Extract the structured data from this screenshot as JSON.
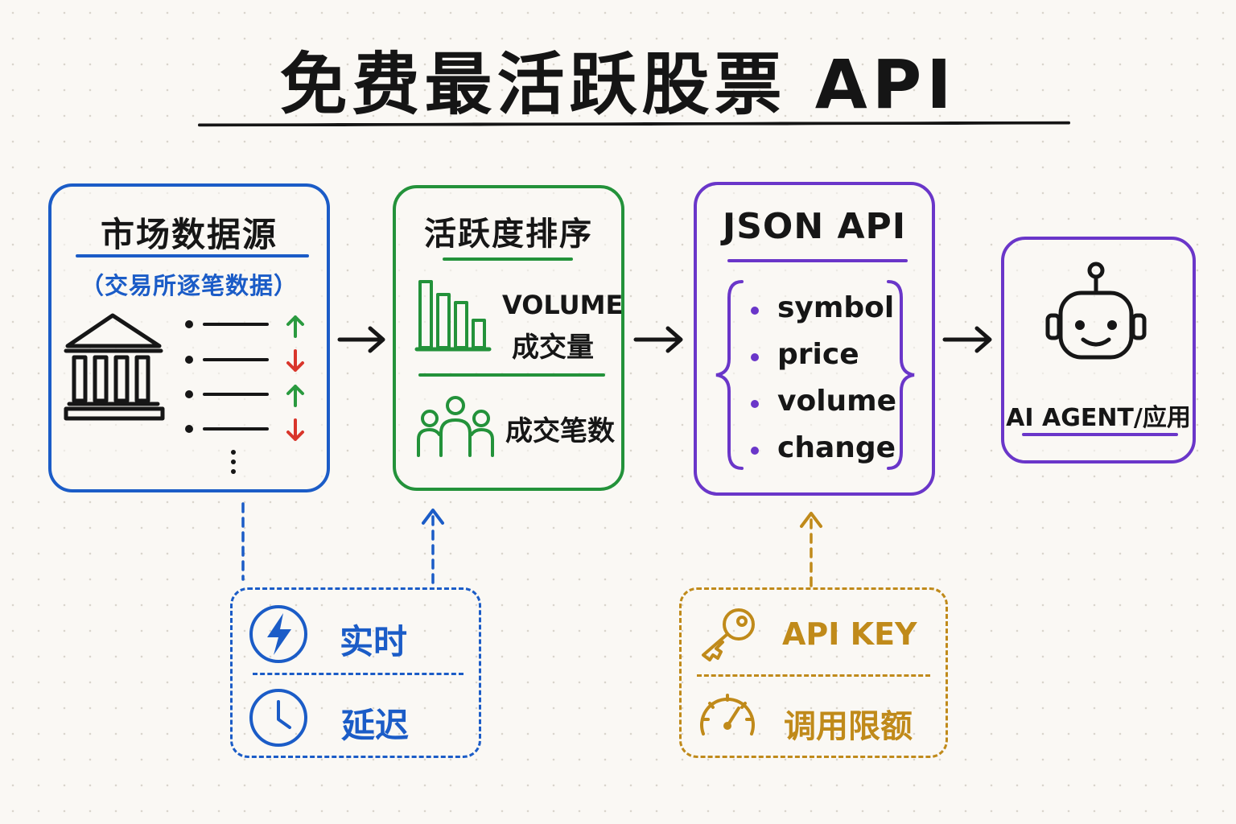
{
  "title": "免费最活跃股票 API",
  "source": {
    "title": "市场数据源",
    "subtitle": "（交易所逐笔数据）",
    "icon": "bank-building-icon",
    "color": "#1b5cc7"
  },
  "ranking": {
    "title": "活跃度排序",
    "volume_en": "VOLUME",
    "volume_cn": "成交量",
    "trades": "成交笔数",
    "color": "#23923a"
  },
  "json_api": {
    "title": "JSON API",
    "fields": [
      "symbol",
      "price",
      "volume",
      "change"
    ],
    "color": "#6a36c9"
  },
  "agent": {
    "label": "AI AGENT/应用",
    "icon": "robot-icon"
  },
  "timing": {
    "realtime": "实时",
    "delayed": "延迟",
    "icons": [
      "lightning-icon",
      "clock-icon"
    ]
  },
  "access": {
    "api_key": "API KEY",
    "rate_limit": "调用限额",
    "icons": [
      "key-icon",
      "gauge-icon"
    ],
    "color": "#c08a1a"
  }
}
